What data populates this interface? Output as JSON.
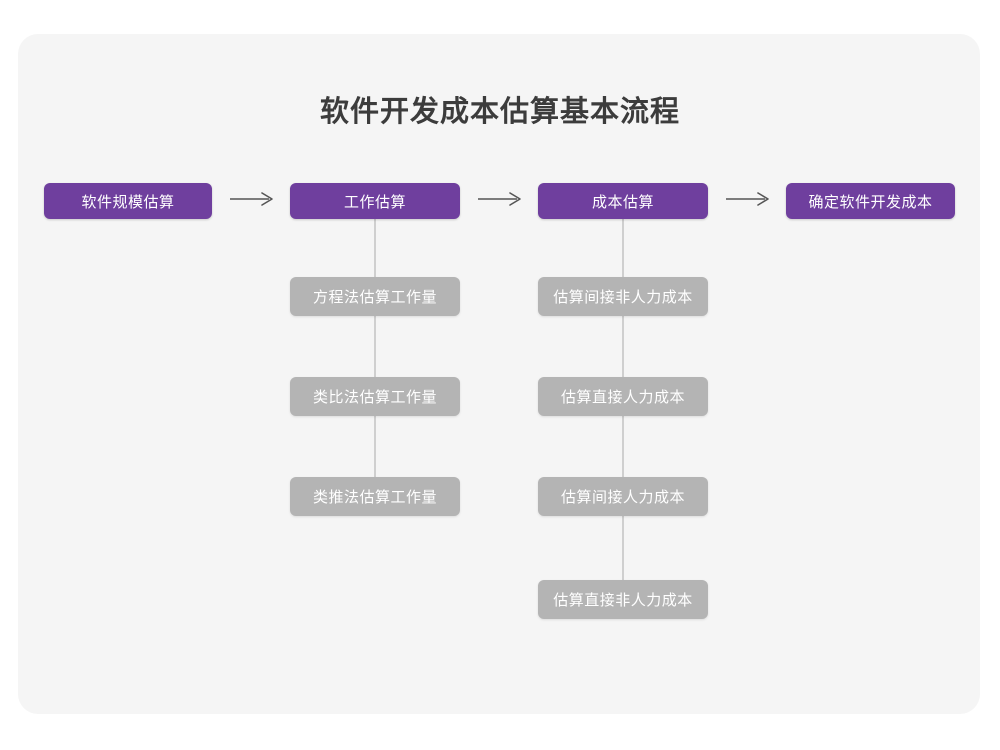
{
  "page": {
    "title": "软件开发成本估算基本流程",
    "background_color": "#ffffff",
    "card_color": "#f5f5f5",
    "accent_color": "#6f3f9e",
    "secondary_color": "#b4b4b4",
    "connector_color": "#cfcfcf",
    "title_color": "#3c3c3c"
  },
  "flow": {
    "main_steps": [
      {
        "label": "软件规模估算"
      },
      {
        "label": "工作估算"
      },
      {
        "label": "成本估算"
      },
      {
        "label": "确定软件开发成本"
      }
    ],
    "arrows": [
      {
        "glyph": "arrow-right-icon"
      },
      {
        "glyph": "arrow-right-icon"
      },
      {
        "glyph": "arrow-right-icon"
      }
    ],
    "branches": [
      {
        "parent": "工作估算",
        "items": [
          {
            "label": "方程法估算工作量"
          },
          {
            "label": "类比法估算工作量"
          },
          {
            "label": "类推法估算工作量"
          }
        ]
      },
      {
        "parent": "成本估算",
        "items": [
          {
            "label": "估算间接非人力成本"
          },
          {
            "label": "估算直接人力成本"
          },
          {
            "label": "估算间接人力成本"
          },
          {
            "label": "估算直接非人力成本"
          }
        ]
      }
    ]
  }
}
